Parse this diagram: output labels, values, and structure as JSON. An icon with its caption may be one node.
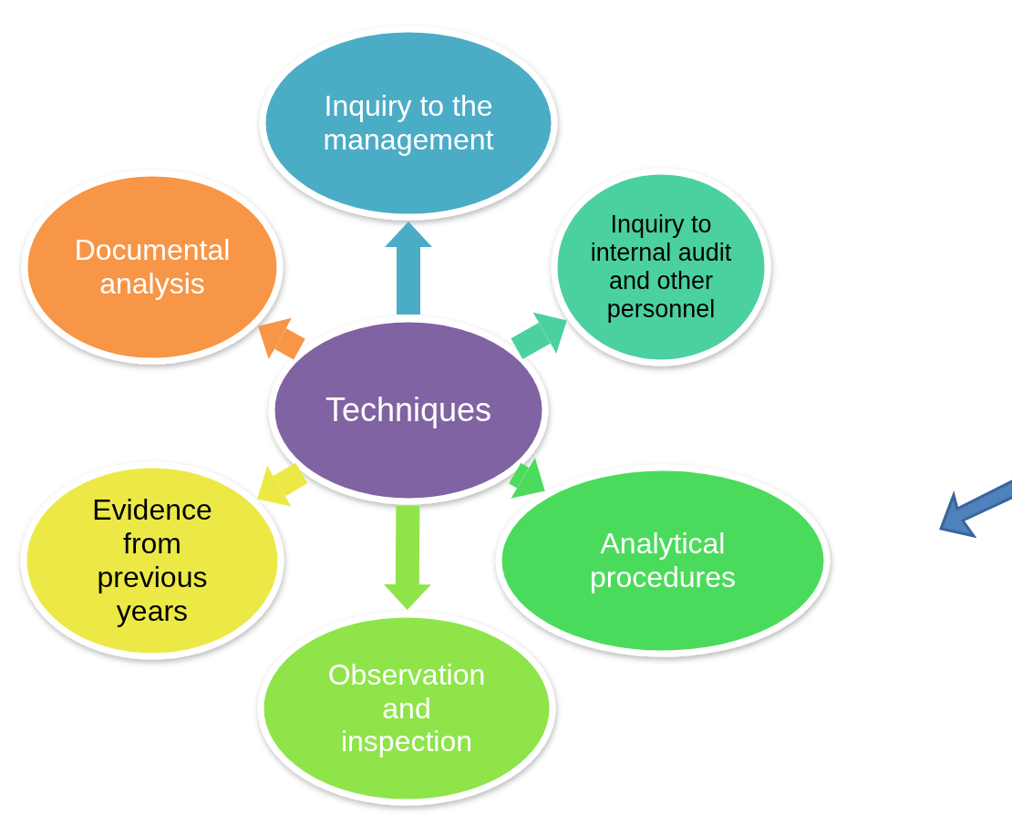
{
  "diagram": {
    "nodes": [
      {
        "text": [
          "Techniques"
        ]
      },
      {
        "text": [
          "Inquiry to the management"
        ]
      },
      {
        "text": [
          "Inquiry to internal audit and other personnel"
        ]
      },
      {
        "text": [
          "Analytical procedures"
        ]
      },
      {
        "text": [
          "Observation and inspection"
        ]
      },
      {
        "text": [
          "Evidence from previous years"
        ]
      },
      {
        "text": [
          "Documental analysis"
        ]
      }
    ],
    "edges": [
      {
        "from": 0,
        "to": 1,
        "arrow": "to",
        "color": "#4bacc6"
      },
      {
        "from": 0,
        "to": 2,
        "arrow": "to",
        "color": "#4bd0a0"
      },
      {
        "from": 0,
        "to": 3,
        "arrow": "to",
        "color": "#4cdb5c"
      },
      {
        "from": 0,
        "to": 4,
        "arrow": "to",
        "color": "#8ee44a"
      },
      {
        "from": 0,
        "to": 5,
        "arrow": "to",
        "color": "#ece946"
      },
      {
        "from": 0,
        "to": 6,
        "arrow": "to",
        "color": "#f79646"
      }
    ]
  }
}
